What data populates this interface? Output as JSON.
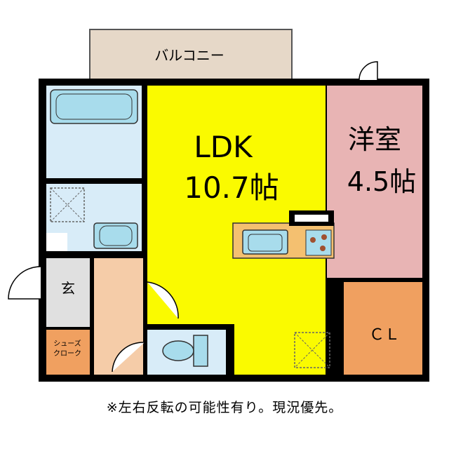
{
  "rooms": {
    "balcony": "バルコニー",
    "ldk_name": "LDK",
    "ldk_size": "10.7帖",
    "western_name": "洋室",
    "western_size": "4.5帖",
    "closet": "ＣＬ",
    "entrance": "玄",
    "shoe_closet_line1": "シューズ",
    "shoe_closet_line2": "クローク"
  },
  "note": "※左右反転の可能性有り。現況優先。",
  "colors": {
    "ldk": "#fafa00",
    "western": "#e8b4b4",
    "closet": "#f0a060",
    "bath": "#d8ecf8",
    "fixture": "#a8dcec",
    "corridor": "#f5cca8",
    "entrance": "#e0e0e0",
    "balcony": "#e6d8c8",
    "kitchen_counter": "#f4c070",
    "wall": "#000000"
  }
}
